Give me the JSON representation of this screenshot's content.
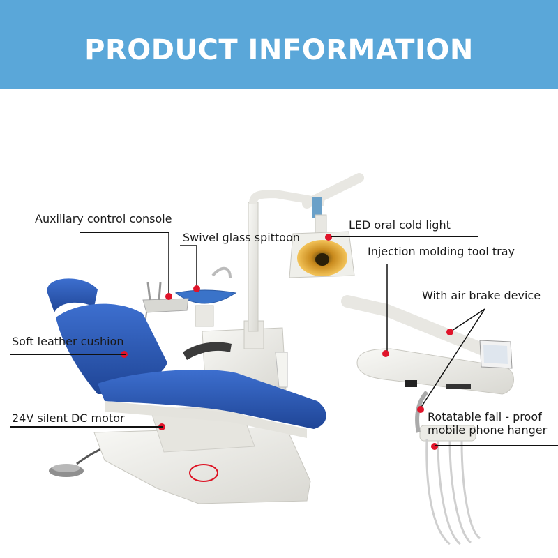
{
  "banner": {
    "title": "PRODUCT INFORMATION"
  },
  "labels": {
    "aux_console": "Auxiliary control console",
    "spittoon": "Swivel glass spittoon",
    "led_light": "LED oral cold light",
    "tool_tray": "Injection molding tool tray",
    "air_brake": "With air brake device",
    "cushion": "Soft leather cushion",
    "motor": "24V silent DC motor",
    "hanger_1": "Rotatable fall - proof",
    "hanger_2": "mobile phone hanger"
  },
  "colors": {
    "banner": "#5aa7d9",
    "upholstery": "#2e5bb5",
    "frame": "#ecebe6",
    "callout_dot": "#e0142a",
    "lamp": "#f0b23a"
  }
}
